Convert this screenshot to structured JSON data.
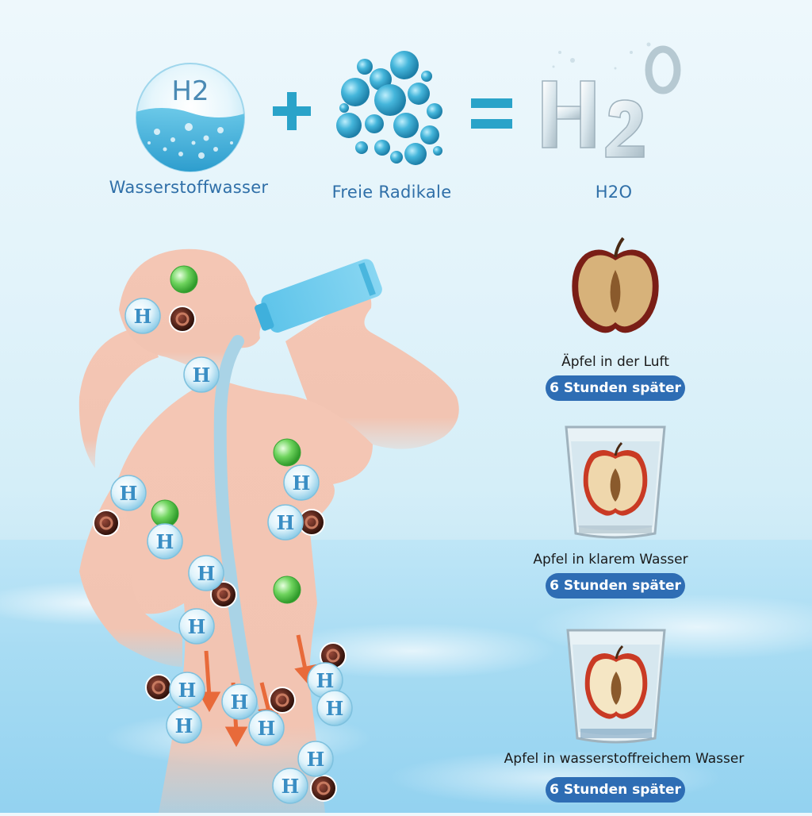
{
  "equation": {
    "term1": {
      "symbol": "H2",
      "label": "Wasserstoffwasser"
    },
    "term2": {
      "label": "Freie Radikale"
    },
    "result": {
      "label": "H2O"
    },
    "plus_icon": "plus-icon",
    "equals_icon": "equals-icon"
  },
  "molecule_letter": "H",
  "apples": [
    {
      "caption": "Äpfel in der Luft",
      "badge": "6 Stunden später"
    },
    {
      "caption": "Apfel in klarem Wasser",
      "badge": "6 Stunden später"
    },
    {
      "caption": "Apfel in wasserstoffreichem Wasser",
      "badge": "6 Stunden später"
    }
  ],
  "colors": {
    "label_blue": "#2f6fa8",
    "badge_blue": "#2e6db4",
    "body_skin": "#f2c4b2",
    "water_stream": "#a9d3e6",
    "radical_green": "#5fcf4f",
    "radical_dark": "#6b2a1c"
  }
}
